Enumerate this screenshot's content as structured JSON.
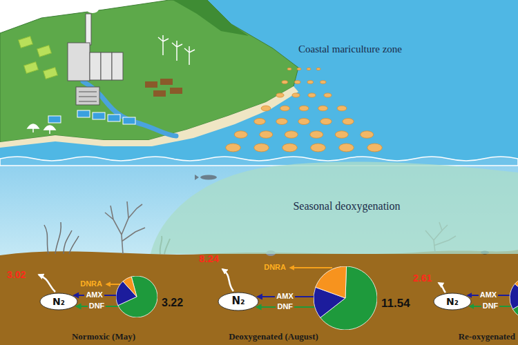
{
  "diagram": {
    "nodes": [
      {
        "text": [
          "Seasonal deoxygenation"
        ]
      },
      {
        "text": [
          "N₂"
        ]
      },
      {
        "text": [
          "3.22"
        ]
      },
      {
        "text": [
          "N₂"
        ]
      },
      {
        "text": [
          "11.54"
        ]
      },
      {
        "text": [
          "N₂"
        ]
      }
    ],
    "edges": [
      {
        "from": 2,
        "to": 1,
        "arrow": "to",
        "label": "AMX"
      },
      {
        "from": 2,
        "to": 1,
        "arrow": "to",
        "label": "DNF"
      },
      {
        "from": 4,
        "to": 3,
        "arrow": "to",
        "label": "AMX"
      },
      {
        "from": 4,
        "to": 3,
        "arrow": "to",
        "label": "DNF"
      }
    ],
    "labels": [
      "Coastal mariculture zone",
      "3.02",
      "DNRA",
      "Normoxic (May)",
      "8.24",
      "DNRA",
      "Deoxygenated (August)",
      "2.61",
      "AMX",
      "DNF",
      "Re-oxygenated"
    ]
  }
}
